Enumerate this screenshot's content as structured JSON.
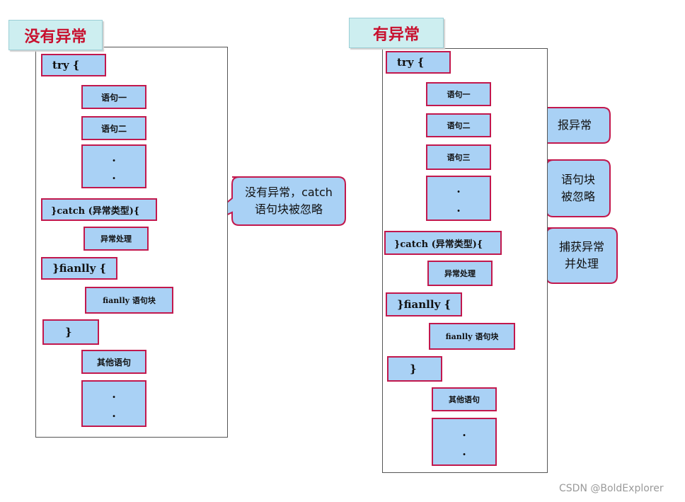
{
  "left": {
    "title": "没有异常",
    "try_label": "try   {",
    "statement_1": "语句一",
    "statement_2": "语句二",
    "ellipsis_1": [
      ".",
      "."
    ],
    "catch_label": "}catch (异常类型){",
    "exception_handling": "异常处理",
    "finally_label": "}fianlly {",
    "finally_block": "fianlly 语句块",
    "close_brace": "}",
    "other_statements": "其他语句",
    "ellipsis_2": [
      ".",
      "."
    ],
    "callout": [
      "没有异常，catch",
      "语句块被忽略"
    ]
  },
  "right": {
    "title": "有异常",
    "try_label": "try   {",
    "statement_1": "语句一",
    "statement_2": "语句二",
    "statement_3": "语句三",
    "ellipsis_1": [
      ".",
      "."
    ],
    "catch_label": "}catch (异常类型){",
    "exception_handling": "异常处理",
    "finally_label": "}fianlly {",
    "finally_block": "fianlly 语句块",
    "close_brace": "}",
    "other_statements": "其他语句",
    "ellipsis_2": [
      ".",
      "."
    ],
    "callout_exception": "报异常",
    "callout_ignored": [
      "语句块",
      "被忽略"
    ],
    "callout_caught": [
      "捕获异常",
      "并处理"
    ]
  },
  "watermark": "CSDN @BoldExplorer",
  "colors": {
    "block_fill": "#a9d1f5",
    "block_border": "#c2184d",
    "title_fill": "#cdeef0",
    "title_text": "#c8102e",
    "callout_fill": "#a9d1f5",
    "arrow": "#333300"
  }
}
